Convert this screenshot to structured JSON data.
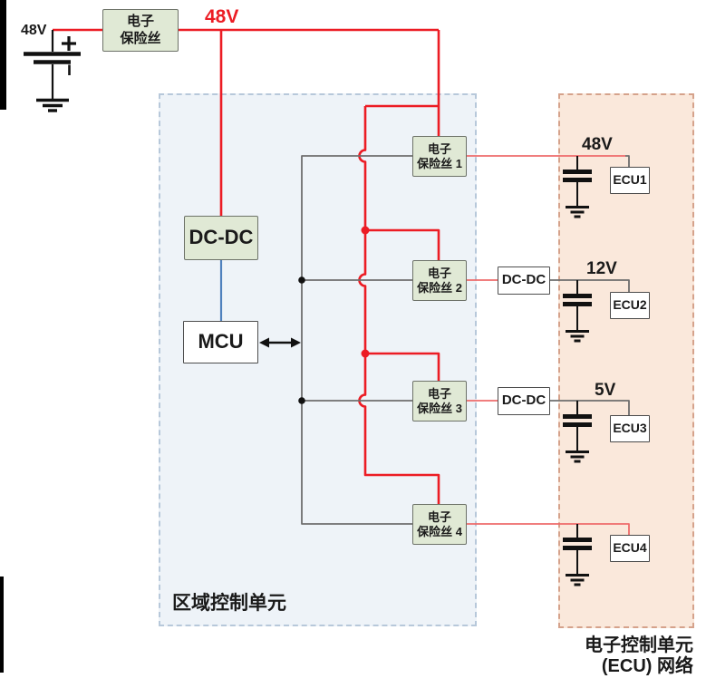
{
  "colors": {
    "wire_red": "#ec1c24",
    "wire_red_light": "#ee6b6b",
    "wire_gray": "#6e6e6e",
    "wire_blue": "#4f81bd",
    "fuse_box_fill": "#e0e9d5",
    "zone_fill": "#eef3f8",
    "zone_border": "#b7c8da",
    "ecu_network_fill": "#fae8db",
    "ecu_network_border": "#d5a28b"
  },
  "battery": {
    "label": "48V"
  },
  "main_fuse": {
    "line1": "电子",
    "line2": "保险丝"
  },
  "bus_label": "48V",
  "zone": {
    "label": "区域控制单元",
    "dcdc_label": "DC-DC",
    "mcu_label": "MCU",
    "fuses": [
      {
        "line1": "电子",
        "line2": "保险丝 1"
      },
      {
        "line1": "电子",
        "line2": "保险丝 2"
      },
      {
        "line1": "电子",
        "line2": "保险丝 3"
      },
      {
        "line1": "电子",
        "line2": "保险丝 4"
      }
    ]
  },
  "outputs": [
    {
      "voltage": "48V",
      "converter": "",
      "ecu": "ECU1"
    },
    {
      "voltage": "12V",
      "converter": "DC-DC",
      "ecu": "ECU2"
    },
    {
      "voltage": "5V",
      "converter": "DC-DC",
      "ecu": "ECU3"
    },
    {
      "voltage": "",
      "converter": "",
      "ecu": "ECU4"
    }
  ],
  "network": {
    "line1": "电子控制单元",
    "line2": "(ECU) 网络"
  }
}
